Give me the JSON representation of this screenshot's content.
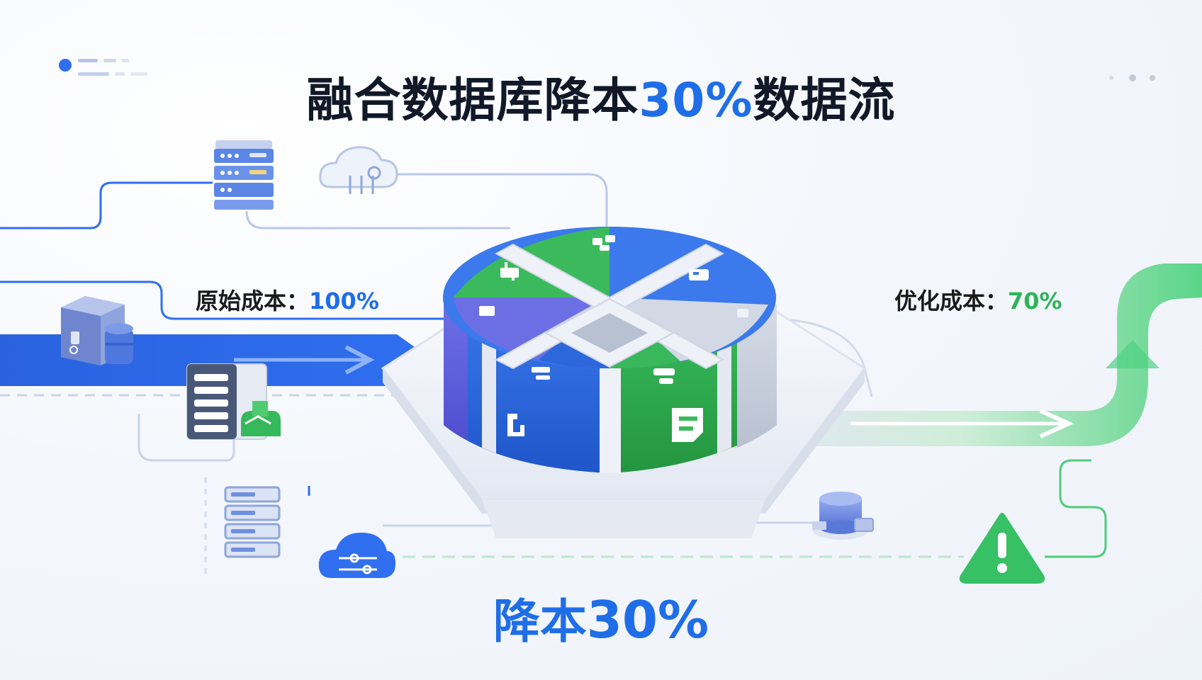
{
  "title": {
    "prefix": "融合数据库降本",
    "highlight": "30%",
    "suffix": "数据流"
  },
  "labels": {
    "original_cost_text": "原始成本：",
    "original_cost_value": "100%",
    "optimized_cost_text": "优化成本：",
    "optimized_cost_value": "70%",
    "reduction_text": "降本",
    "reduction_value": "30%"
  },
  "colors": {
    "accent_blue": "#1f6ee8",
    "accent_green": "#2fb35a",
    "text_dark": "#111827"
  },
  "icons": [
    "server-rack-icon",
    "cloud-network-icon",
    "database-server-icon",
    "file-server-icon",
    "cloud-sync-icon",
    "database-cylinder-icon",
    "warning-triangle-icon",
    "converged-database-hub-icon"
  ]
}
